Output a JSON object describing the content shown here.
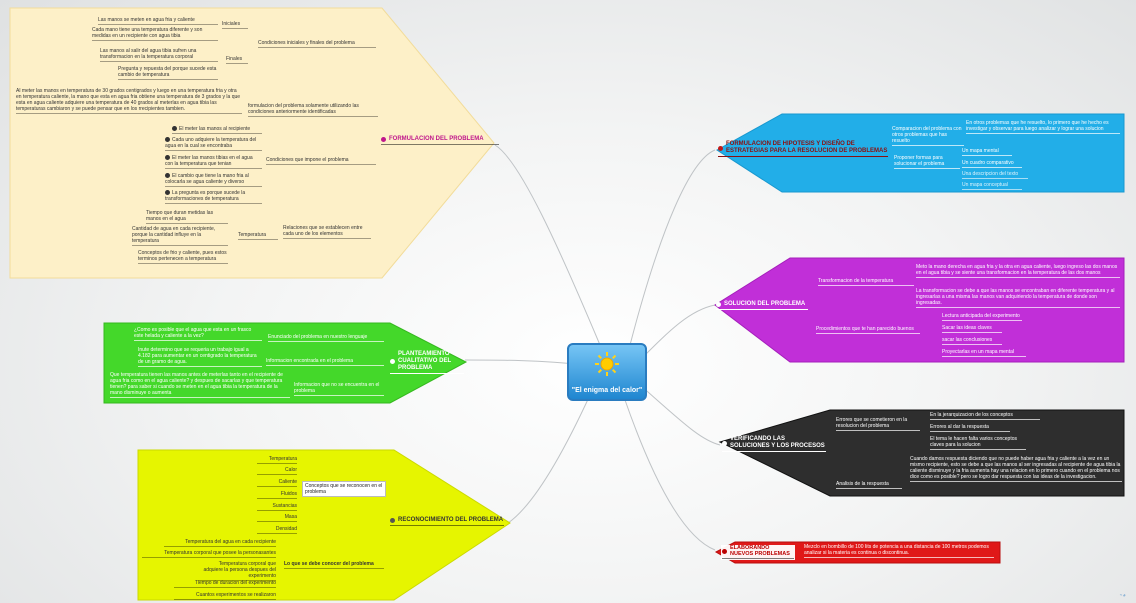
{
  "center": {
    "label": "\"El enigma del calor\"",
    "icon": "sun-icon"
  },
  "formulacion": {
    "title": "FORMULACION DEL PROBLEMA",
    "color": "#fdf0c8",
    "condiciones_iniciales_finales": "Condiciones iniciales y finales del problema",
    "iniciales": "Iniciales",
    "ini_1": "Las manos se meten en agua fria y caliente",
    "ini_2": "Cada mano tiene una temperatura diferente y son medidas en un recipiente con agua tibia",
    "finales": "Finales",
    "fin_1": "Las manos al salir del agua tibia sufren una transformacion en la temperatura corporal",
    "fin_2": "Pregunta y repuesta del  porque sucede esta  cambio de temperatura",
    "formulacion_label": "formulacion del problema solamente utilizando las condiciones  anteriormente  identificadas",
    "formulacion_text": "Al meter las manos en temperatura de  30 grados centigrados y luego en una temperatura fria y otra en temperatura caliente, la mano que esta en agua fria obtiene una temperatura de 3 grados y la que esta en agua caliente adquiere una temperatura de 40 grados al meterlas  en agua tibia las temperaturas cambiaron y  se puede pensar  que en los rrecipientes tambien.",
    "condiciones_impone": "Condiciones que impone el problema",
    "cond_1": "El meter las manos al recipiente",
    "cond_2": "Cada uno adquiere la temperatura del agua en la cual se encontraba",
    "cond_3": "El meter las manos tibias en el agua con la temperatura que tenian",
    "cond_4": "El cambio que  tiene la mano fria al colocarla se agua caliente y diverso",
    "cond_5": "La pregunta es porque   sucede la transformaciones de temperatura",
    "relaciones": "Relaciones que se establecen entre cada uno de los elementos",
    "temperatura": "Temperatura",
    "temp_1": "Tiempo que duran metidas las manos en el agua",
    "temp_2": "Cantidad de agua en cada recipiente, porque la cantidad influye en la temperatura",
    "temp_3": "Conceptos de frio y caliente, pues estos terminos pertenecen a temperatura"
  },
  "planteamiento": {
    "title": "PLANTEAMIENTO CUALITATIVO DEL PROBLEMA",
    "color": "#44d82a",
    "enunciado": "Enunciado del problema en nuestro lenguaje",
    "enunciado_text": "¿Como es posible que el agua que esta en un frasco este helada y caliente a la vez?",
    "informacion": "Informacion encontrada en el problema",
    "informacion_text": "Inute determino que se requeria un trabajo igual a 4.182 para aumentar en un centigrado la temperatura de un gramo de agua.",
    "informacion_no": "Informacion que no se encuentra en el problema",
    "informacion_no_text": "Que temperatura tienen las manos antes de meterlas tanto en el recipiente de agua fria  como en el  agua caliente? y despues de sacarlas  y  que temperatura tienen? para saber si cuando se meten en el agua tibia la temperatura de la mano disminuye o aumenta"
  },
  "reconocimiento": {
    "title": "RECONOCIMIENTO DEL PROBLEMA",
    "color": "#e6f500",
    "conceptos_label": "Conceptos que se reconocen en el problema",
    "conceptos": [
      "Temperatura",
      "Calor",
      "Caliente",
      "Fluidos",
      "Sustancias",
      "Masa",
      "Densidad"
    ],
    "conocer_label": "Lo que se debe conocer del problema",
    "conocer": [
      "Temperatura  del agua en cada recipiente",
      "Temperatura corporal que posee la personasantes",
      "Temperatura corporal que adquiere la persona despues del experimento",
      "Tiempo de duracion del experimento",
      "Cuantos experimentos se realizaron"
    ]
  },
  "hipotesis": {
    "title": "FORMULACION DE  HIPOTESIS Y DISEÑO DE ESTRATEGIAS PARA LA RESOLUCION DE PROBLEMAS",
    "color": "#22aee8",
    "comparacion": "Comparacion del problema con otros problemas que  has resuelto",
    "comparacion_text": "En otros problemas que he resuelto, lo primero que  he  hecho es investigar y observar para luego  analizar  y  lograr  una  solucion",
    "proponer": "Proponer  formas para solucionar el problema",
    "formas": [
      "Un mapa mental",
      "Un cuadro comparativo",
      "Una descripcion del texto",
      "Un mapa conceptual"
    ]
  },
  "solucion": {
    "title": "SOLUCION DEL PROBLEMA",
    "color": "#c12fd8",
    "transformacion": "Transformacion de la temperatura",
    "trans_1": "Meto la mano derecha en agua fria y la otra en agua caliente, luego ingreso las dos manos en el agua tibia y se siente una transformacion en la temperatura de las  dos manos",
    "trans_2": "La transformacion se debe a que las manos se encontraban en diferente temperatura y al ingresarlas a una misma las manos van adquiriendo la temperatura de donde son ingresadas.",
    "procedimientos": "Procedimientos que te han parecido buenos",
    "procs": [
      "Lectura anticipada del experimento",
      "Sacar las ideas claves",
      "sacar  las  conclusiones",
      "Proyectarlas en un mapa mental"
    ]
  },
  "verificando": {
    "title": "VERIFICANDO LAS SOLUCIONES Y LOS PROCESOS",
    "color": "#2e2e2e",
    "errores": "Errores que se  cometieron  en la  resolucion del problema",
    "err_1": "En la jerarquizacion de los conceptos",
    "err_2": "Errores al dar la respuesta",
    "err_3": "El tema le  hacen  falta  varios conceptos  claves para la  solucion",
    "analisis": "Analisis de la respuesta",
    "analisis_text": "Cuando damos respuesta diciendo que no puede haber agua fria y caliente a la vez en un mismo recipiente, esto se debe a que las manos al ser ingresadas al recipiente de agua tibia la caliente disminuye y la fria aumenta  hay una relacion en lo primero cuando en el problema nos dice como es posible? pero se logro dar respuesta con las ideas de la investigacion."
  },
  "elaborando": {
    "title": "ELABORANDO NUEVOS PROBLEMAS",
    "color": "#e01818",
    "text": "Mezclo en bombillo de 100 Iits de potencia a una distancia de 100 metros podemos analizar si la materia es continua o discontinua."
  }
}
